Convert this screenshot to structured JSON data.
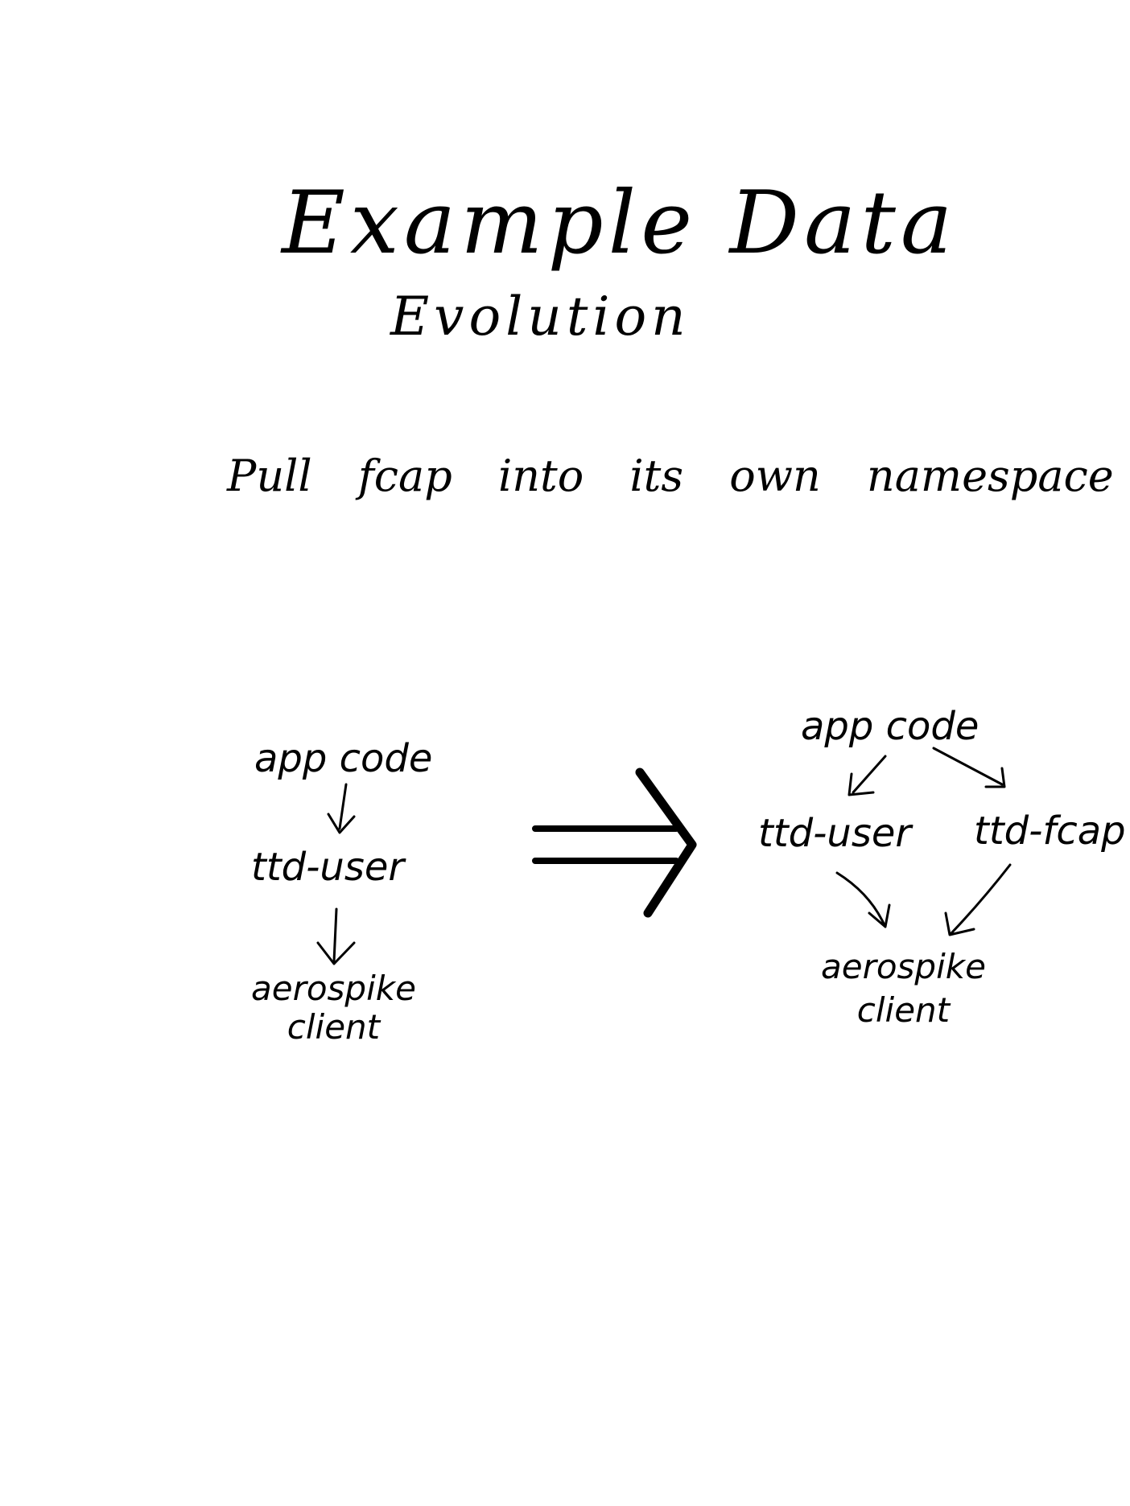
{
  "title": {
    "line1": "Example Data",
    "line2": "Evolution"
  },
  "subtitle": "Pull fcap into its own namespace",
  "before": {
    "app_code": "app code",
    "ttd_user": "ttd-user",
    "aerospike_line1": "aerospike",
    "aerospike_line2": "client"
  },
  "after": {
    "app_code": "app code",
    "ttd_user": "ttd-user",
    "ttd_fcap": "ttd-fcap",
    "aerospike_line1": "aerospike",
    "aerospike_line2": "client"
  },
  "colors": {
    "ink": "#000000",
    "paper": "#ffffff"
  }
}
